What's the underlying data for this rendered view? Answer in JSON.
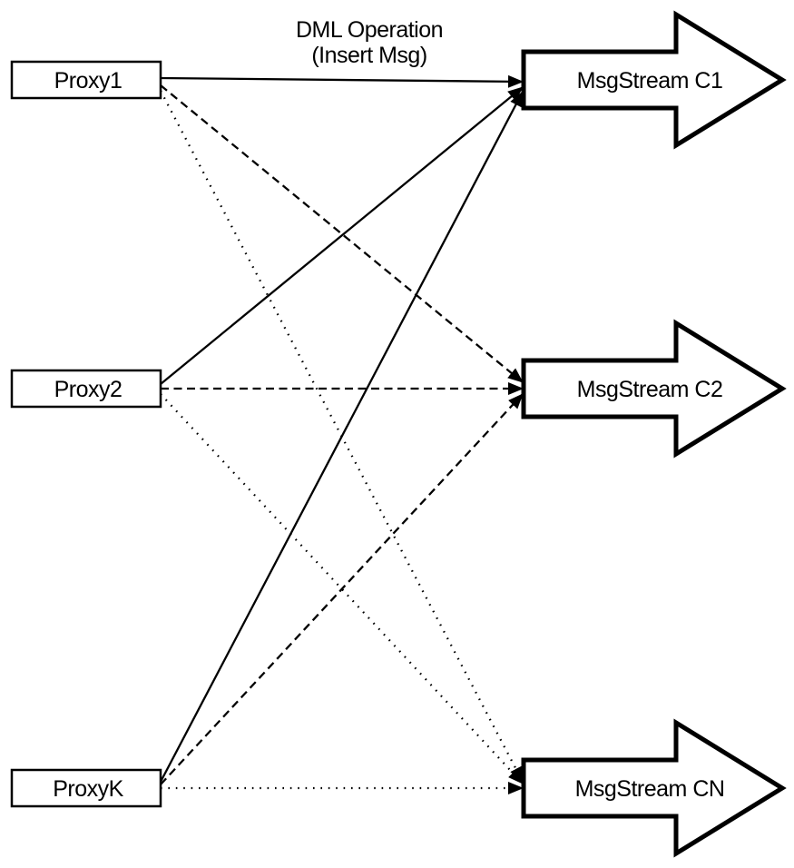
{
  "diagram": {
    "title_label": {
      "line1": "DML Operation",
      "line2": "(Insert Msg)"
    },
    "proxies": [
      {
        "id": "proxy1",
        "label": "Proxy1"
      },
      {
        "id": "proxy2",
        "label": "Proxy2"
      },
      {
        "id": "proxyk",
        "label": "ProxyK"
      }
    ],
    "streams": [
      {
        "id": "c1",
        "label": "MsgStream C1"
      },
      {
        "id": "c2",
        "label": "MsgStream C2"
      },
      {
        "id": "cn",
        "label": "MsgStream CN"
      }
    ],
    "connections": [
      {
        "from": "Proxy1",
        "to": "MsgStream C1",
        "line_style": "solid"
      },
      {
        "from": "Proxy1",
        "to": "MsgStream C2",
        "line_style": "dashed"
      },
      {
        "from": "Proxy1",
        "to": "MsgStream CN",
        "line_style": "dotted"
      },
      {
        "from": "Proxy2",
        "to": "MsgStream C1",
        "line_style": "solid"
      },
      {
        "from": "Proxy2",
        "to": "MsgStream C2",
        "line_style": "dashed"
      },
      {
        "from": "Proxy2",
        "to": "MsgStream CN",
        "line_style": "dotted"
      },
      {
        "from": "ProxyK",
        "to": "MsgStream C1",
        "line_style": "solid"
      },
      {
        "from": "ProxyK",
        "to": "MsgStream C2",
        "line_style": "dashed"
      },
      {
        "from": "ProxyK",
        "to": "MsgStream CN",
        "line_style": "dotted"
      }
    ],
    "colors": {
      "background": "#ffffff",
      "stroke": "#000000",
      "fill": "#ffffff"
    }
  }
}
